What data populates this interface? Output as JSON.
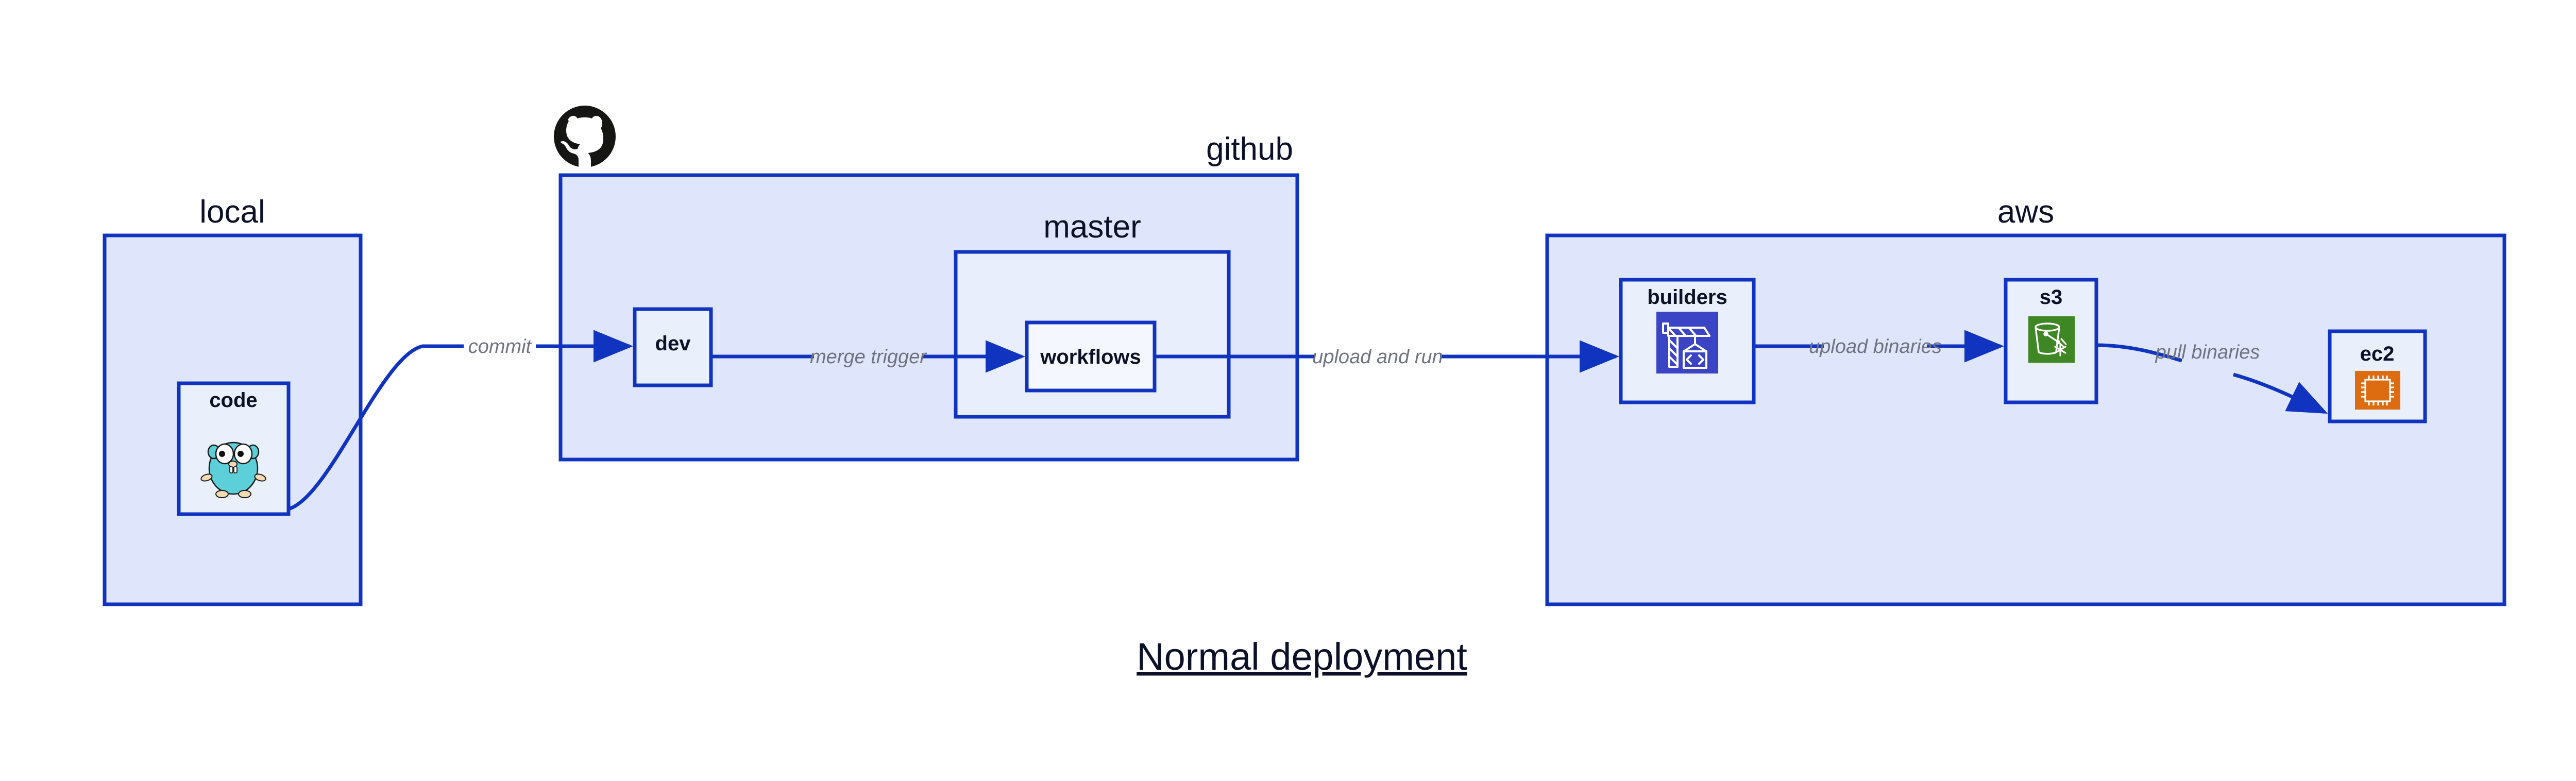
{
  "diagram": {
    "title": "Normal deployment",
    "colors": {
      "edge": "#1034c0",
      "container_fill": "#dfe5fb",
      "subcontainer_fill": "#e9eefc",
      "node_fill": "#eaeffc",
      "node_fill_light": "#f5f7fe",
      "border": "#1034c0",
      "label_text": "#0d1127",
      "edge_label_text": "#6f7380",
      "codebuild_icon": "#3b44c4",
      "s3_icon": "#3f8624",
      "ec2_icon": "#dd6b10",
      "gopher_body": "#5ccfd8",
      "github_logo": "#161614"
    },
    "groups": [
      {
        "id": "local",
        "label": "local",
        "label_align": "center"
      },
      {
        "id": "github",
        "label": "github",
        "label_align": "right"
      },
      {
        "id": "master",
        "label": "master",
        "label_align": "center"
      },
      {
        "id": "aws",
        "label": "aws",
        "label_align": "center"
      }
    ],
    "nodes": [
      {
        "id": "code",
        "label": "code",
        "icon": "go-gopher-icon",
        "group": "local"
      },
      {
        "id": "dev",
        "label": "dev",
        "icon": null,
        "group": "github"
      },
      {
        "id": "workflows",
        "label": "workflows",
        "icon": null,
        "group": "master"
      },
      {
        "id": "builders",
        "label": "builders",
        "icon": "aws-codebuild-icon",
        "group": "aws"
      },
      {
        "id": "s3",
        "label": "s3",
        "icon": "aws-s3-bucket-icon",
        "group": "aws"
      },
      {
        "id": "ec2",
        "label": "ec2",
        "icon": "aws-ec2-chip-icon",
        "group": "aws"
      }
    ],
    "edges": [
      {
        "id": "commit",
        "label": "commit",
        "from": "code",
        "to": "dev"
      },
      {
        "id": "merge-trigger",
        "label": "merge trigger",
        "from": "dev",
        "to": "workflows"
      },
      {
        "id": "upload-and-run",
        "label": "upload and run",
        "from": "workflows",
        "to": "builders"
      },
      {
        "id": "upload-binaries",
        "label": "upload binaries",
        "from": "builders",
        "to": "s3"
      },
      {
        "id": "pull-binaries",
        "label": "pull binaries",
        "from": "s3",
        "to": "ec2"
      }
    ],
    "badges": [
      {
        "id": "github-octocat",
        "icon": "github-octocat-icon",
        "group": "github"
      }
    ]
  }
}
